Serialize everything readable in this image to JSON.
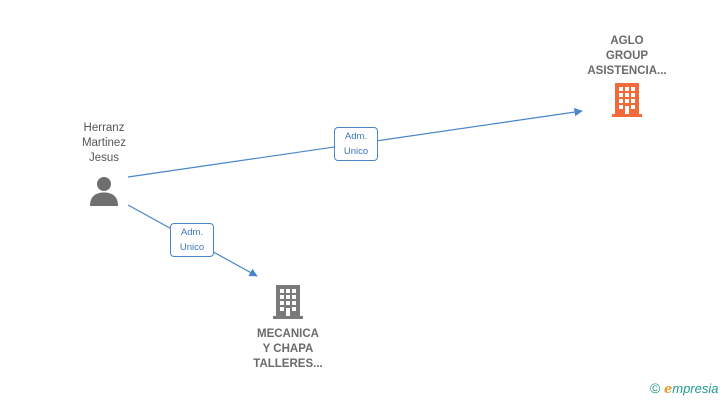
{
  "nodes": {
    "person": {
      "name_lines": [
        "Herranz",
        "Martinez",
        "Jesus"
      ],
      "icon": "person-icon"
    },
    "company_aglo": {
      "name_lines": [
        "AGLO",
        "GROUP",
        "ASISTENCIA..."
      ],
      "icon": "building-icon",
      "color": "#f26a3a"
    },
    "company_mecanica": {
      "name_lines": [
        "MECANICA",
        "Y CHAPA",
        "TALLERES..."
      ],
      "icon": "building-icon",
      "color": "#7a7a7a"
    }
  },
  "edges": [
    {
      "from": "person",
      "to": "company_aglo",
      "label_lines": [
        "Adm.",
        "Unico"
      ]
    },
    {
      "from": "person",
      "to": "company_mecanica",
      "label_lines": [
        "Adm.",
        "Unico"
      ]
    }
  ],
  "colors": {
    "edge": "#4a86c8",
    "person_icon": "#6f6f6f"
  },
  "brand": {
    "copyright": "©",
    "initial": "e",
    "rest": "mpresia"
  }
}
